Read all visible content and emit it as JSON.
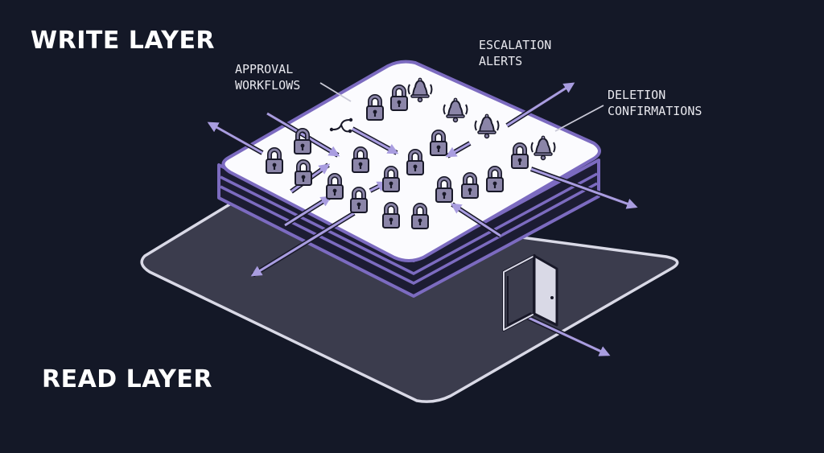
{
  "labels": {
    "write_layer": "WRITE LAYER",
    "read_layer": "READ LAYER",
    "approval_workflows": [
      "APPROVAL",
      "WORKFLOWS"
    ],
    "escalation_alerts": [
      "ESCALATION",
      "ALERTS"
    ],
    "deletion_confirmations": [
      "DELETION",
      "CONFIRMATIONS"
    ]
  },
  "icons": {
    "lock": "padlock-icon",
    "bell": "ringing-bell-icon",
    "workflow": "branching-workflow-icon",
    "door": "open-door-icon",
    "arrow": "arrow-icon"
  },
  "colors": {
    "background": "#141827",
    "read_layer_fill": "#3b3c4d",
    "read_layer_stroke": "#d9d9e6",
    "write_surface": "#fbfbfe",
    "stack_edge": "#1c1c33",
    "accent_purple": "#7c6bc0",
    "icon_fill": "#8b85a8",
    "outline": "#181828",
    "label_text": "#e8e8ee"
  }
}
